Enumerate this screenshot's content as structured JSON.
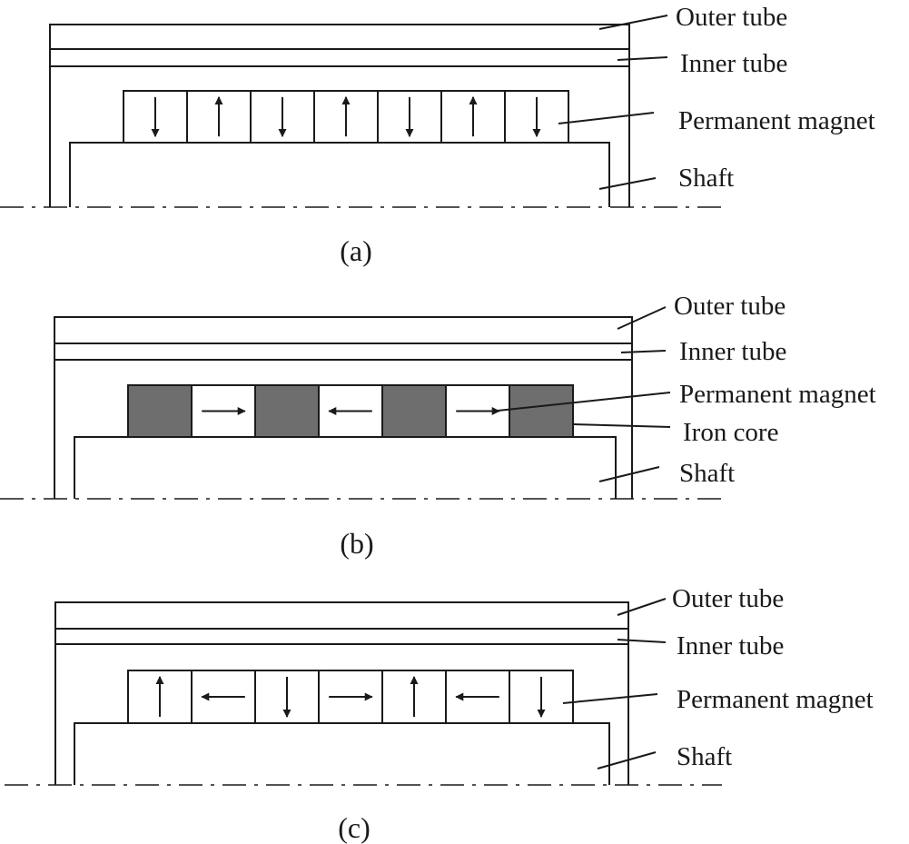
{
  "figure": {
    "panels": [
      {
        "id": "a",
        "caption": "(a)",
        "magnets": [
          "down",
          "up",
          "down",
          "up",
          "down",
          "up",
          "down"
        ],
        "labels": [
          "Outer tube",
          "Inner tube",
          "Permanent magnet",
          "Shaft"
        ]
      },
      {
        "id": "b",
        "caption": "(b)",
        "magnets": [
          "iron",
          "right",
          "iron",
          "left",
          "iron",
          "right",
          "iron"
        ],
        "labels": [
          "Outer tube",
          "Inner tube",
          "Permanent magnet",
          "Iron core",
          "Shaft"
        ]
      },
      {
        "id": "c",
        "caption": "(c)",
        "magnets": [
          "up",
          "left",
          "down",
          "right",
          "up",
          "left",
          "down"
        ],
        "labels": [
          "Outer tube",
          "Inner tube",
          "Permanent magnet",
          "Shaft"
        ]
      }
    ],
    "colors": {
      "line": "#1a1a1a",
      "iron_core": "#6e6e6e",
      "magnet": "#ffffff"
    }
  }
}
